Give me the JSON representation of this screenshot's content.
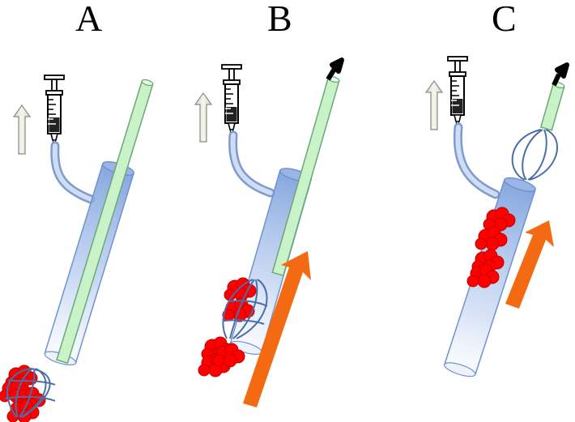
{
  "panels": [
    {
      "label": "A"
    },
    {
      "label": "B"
    },
    {
      "label": "C"
    }
  ],
  "colors": {
    "catheter": "#8faee3",
    "catheter_edge": "#6f93cf",
    "wire": "#c9f2c9",
    "wire_edge": "#6aa878",
    "clot": "#ff0000",
    "clot_edge": "#c00000",
    "basket": "#4a6ea8",
    "pull_arrow": "#f36a12",
    "aspiration_arrow": "#ecebe1",
    "syringe": "#ffffff"
  },
  "icons": [
    "syringe-icon",
    "up-arrow-icon",
    "pull-arrow-icon",
    "basket-icon",
    "clot-icon"
  ]
}
